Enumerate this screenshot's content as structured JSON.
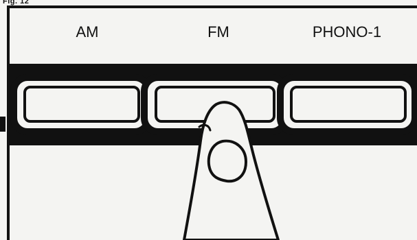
{
  "figure_label": "Fig. 12",
  "buttons": [
    {
      "label": "AM",
      "pressed": false
    },
    {
      "label": "FM",
      "pressed": true
    },
    {
      "label": "PHONO-1",
      "pressed": false
    }
  ],
  "colors": {
    "ink": "#111111",
    "paper": "#f4f4f2"
  },
  "icons": {
    "finger": "finger-press-icon"
  }
}
